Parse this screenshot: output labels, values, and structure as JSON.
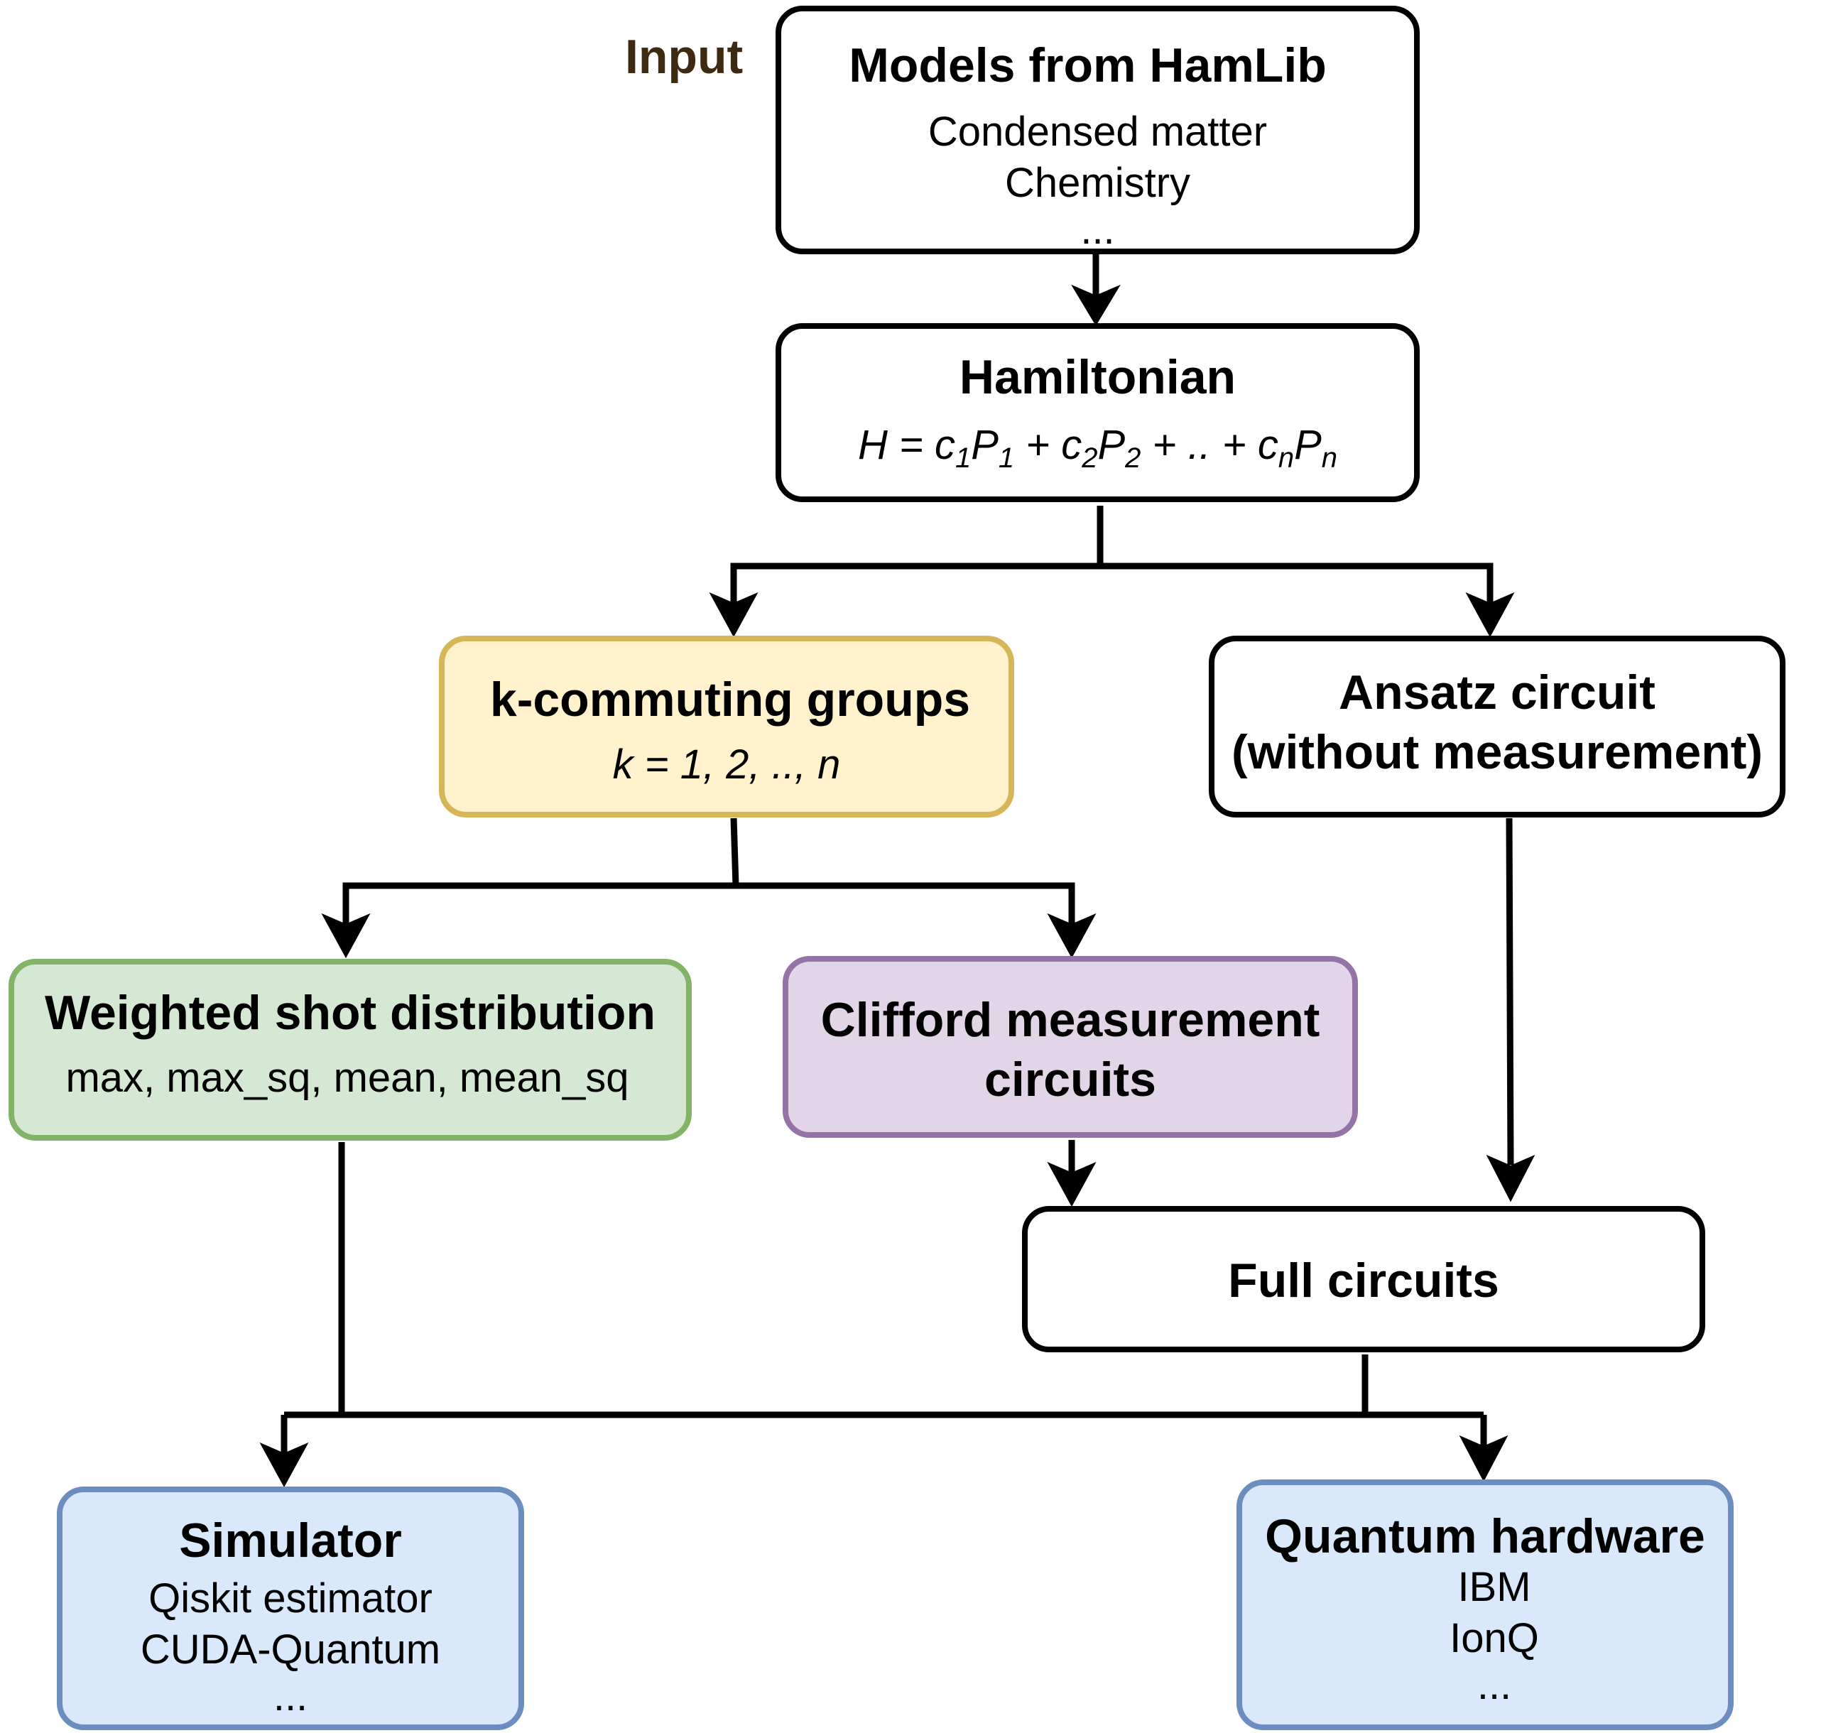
{
  "input_label": "Input",
  "models": {
    "title": "Models from HamLib",
    "lines": [
      "Condensed matter",
      "Chemistry",
      "..."
    ]
  },
  "hamiltonian": {
    "title": "Hamiltonian",
    "equation": {
      "lhs": "H = ",
      "c1": "c",
      "sub_c1": "1",
      "p1": "P",
      "sub_p1": "1",
      "plus1": " + ",
      "c2": "c",
      "sub_c2": "2",
      "p2": "P",
      "sub_p2": "2",
      "mid": " + .. + ",
      "cn": "c",
      "sub_cn": "n",
      "pn": "P",
      "sub_pn": "n"
    }
  },
  "kgroups": {
    "title": "k-commuting groups",
    "subtitle": "k = 1, 2, .., n"
  },
  "ansatz": {
    "title_line1": "Ansatz circuit",
    "title_line2": "(without measurement)"
  },
  "weighted": {
    "title": "Weighted shot distribution",
    "subtitle": "max, max_sq, mean, mean_sq"
  },
  "clifford": {
    "title_line1": "Clifford measurement",
    "title_line2": "circuits"
  },
  "full": {
    "title": "Full circuits"
  },
  "simulator": {
    "title": "Simulator",
    "lines": [
      "Qiskit estimator",
      "CUDA-Quantum",
      "..."
    ]
  },
  "hardware": {
    "title": "Quantum hardware",
    "lines": [
      "IBM",
      "IonQ",
      "..."
    ]
  },
  "colors": {
    "yellow_fill": "#fff2cc",
    "yellow_stroke": "#d6b656",
    "green_fill": "#d5e8d4",
    "green_stroke": "#82b366",
    "purple_fill": "#e1d5e7",
    "purple_stroke": "#9673a6",
    "blue_fill": "#dae8fc",
    "blue_stroke": "#6c8ebf",
    "input_label": "#3d2a10"
  }
}
